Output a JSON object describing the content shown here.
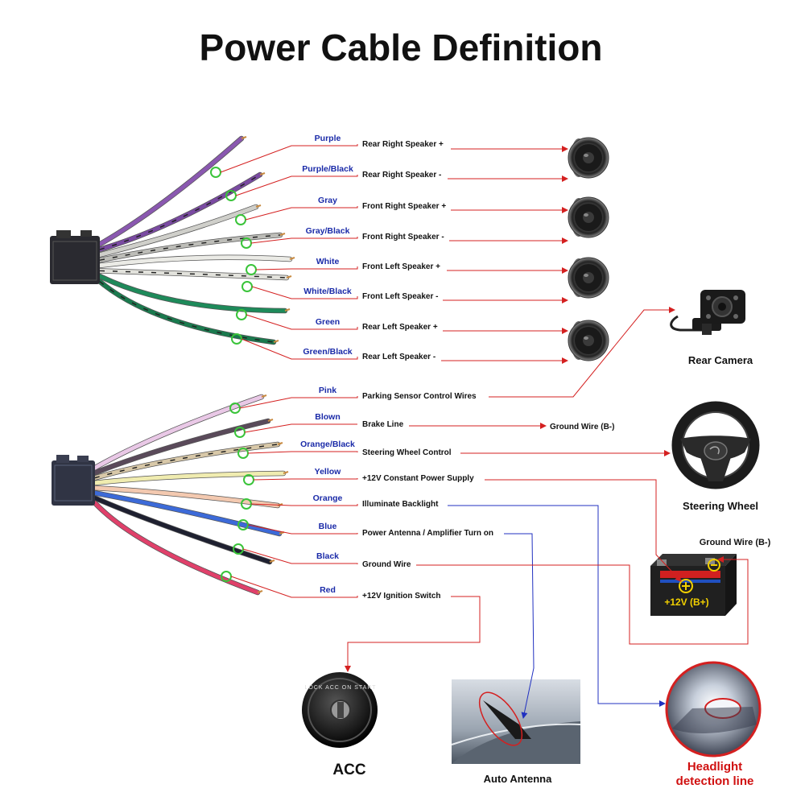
{
  "title": "Power Cable Definition",
  "upper_wires": [
    {
      "color_name": "Purple",
      "function": "Rear Right Speaker +",
      "wire_color": "#8a58b0",
      "stripe": false
    },
    {
      "color_name": "Purple/Black",
      "function": "Rear Right Speaker -",
      "wire_color": "#7a4aa2",
      "stripe": true
    },
    {
      "color_name": "Gray",
      "function": "Front Right Speaker +",
      "wire_color": "#cfcfca",
      "stripe": false
    },
    {
      "color_name": "Gray/Black",
      "function": "Front Right Speaker -",
      "wire_color": "#bdbdb8",
      "stripe": true
    },
    {
      "color_name": "White",
      "function": "Front Left Speaker +",
      "wire_color": "#ebebe6",
      "stripe": false
    },
    {
      "color_name": "White/Black",
      "function": "Front Left Speaker -",
      "wire_color": "#e2e2dc",
      "stripe": true
    },
    {
      "color_name": "Green",
      "function": "Rear Left Speaker +",
      "wire_color": "#1e8a5a",
      "stripe": false
    },
    {
      "color_name": "Green/Black",
      "function": "Rear Left Speaker -",
      "wire_color": "#1a7a4e",
      "stripe": true
    }
  ],
  "lower_wires": [
    {
      "color_name": "Pink",
      "function": "Parking Sensor Control Wires",
      "wire_color": "#e9c8e6",
      "stripe": false
    },
    {
      "color_name": "Blown",
      "function": "Brake Line",
      "wire_color": "#5a4a5a",
      "stripe": false
    },
    {
      "color_name": "Orange/Black",
      "function": "Steering Wheel Control",
      "wire_color": "#d8c8a8",
      "stripe": true
    },
    {
      "color_name": "Yellow",
      "function": "+12V Constant Power Supply",
      "wire_color": "#f0ecb0",
      "stripe": false
    },
    {
      "color_name": "Orange",
      "function": "Illuminate Backlight",
      "wire_color": "#f3c9b0",
      "stripe": false
    },
    {
      "color_name": "Blue",
      "function": "Power Antenna / Amplifier Turn on",
      "wire_color": "#3c6ad8",
      "stripe": false
    },
    {
      "color_name": "Black",
      "function": "Ground Wire",
      "wire_color": "#1e2030",
      "stripe": false
    },
    {
      "color_name": "Red",
      "function": "+12V  Ignition Switch",
      "wire_color": "#e0406a",
      "stripe": false
    }
  ],
  "devices": {
    "rear_camera": "Rear Camera",
    "steering_wheel": "Steering Wheel",
    "ground_wire_brake": "Ground Wire (B-)",
    "ground_wire_battery": "Ground Wire (B-)",
    "battery": "+12V  (B+)",
    "acc": "ACC",
    "auto_antenna": "Auto Antenna",
    "headlight": [
      "Headlight",
      "detection line"
    ]
  },
  "acc_key_text": "LOCK ACC ON START",
  "colors": {
    "connector_red": "#d42020",
    "connector_blue": "#2030c0",
    "wire_label": "#1a2aa8",
    "marker_green": "#3ac43a",
    "battery_yellow": "#f2d000"
  }
}
